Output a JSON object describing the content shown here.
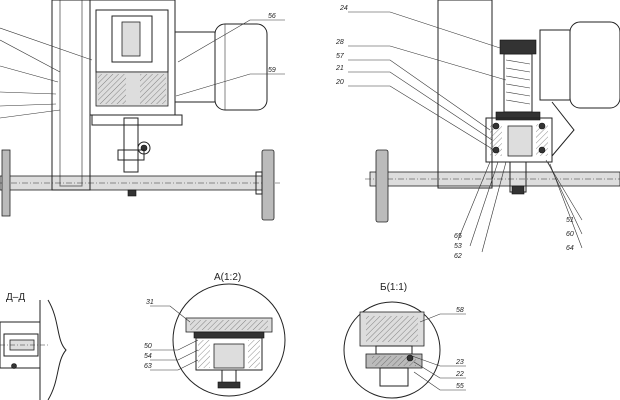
{
  "views": {
    "dd": {
      "title": "Д–Д"
    },
    "a": {
      "title": "A(1:2)"
    },
    "b": {
      "title": "Б(1:1)"
    }
  },
  "callouts": {
    "left": {
      "c56": "56",
      "c59": "59"
    },
    "right": {
      "c24": "24",
      "c28": "28",
      "c57": "57",
      "c21": "21",
      "c20": "20",
      "c65": "65",
      "c53": "53",
      "c62": "62",
      "c51": "51",
      "c60": "60",
      "c64": "64"
    },
    "a": {
      "c31": "31",
      "c50": "50",
      "c54": "54",
      "c63": "63"
    },
    "b": {
      "c58": "58",
      "c23": "23",
      "c22": "22",
      "c55": "55"
    }
  }
}
